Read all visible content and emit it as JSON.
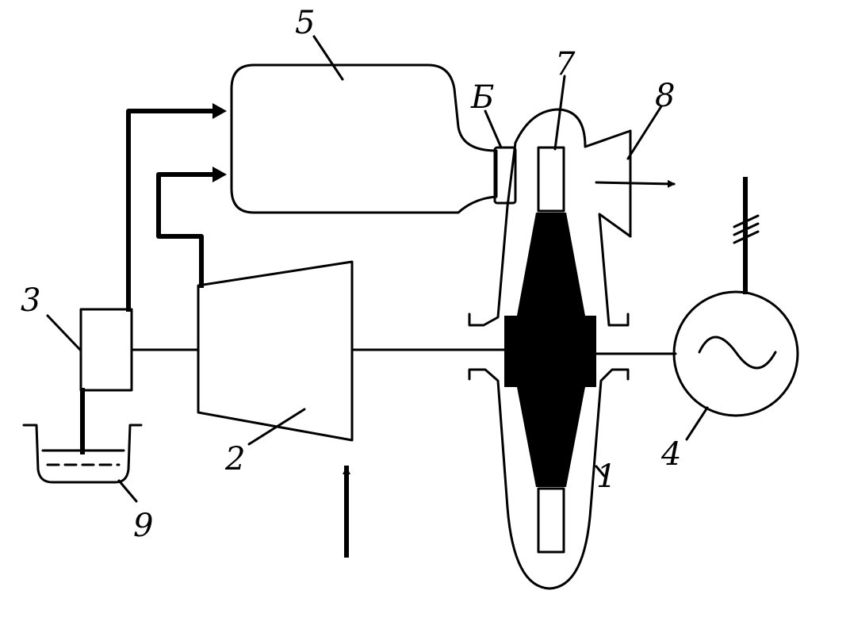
{
  "labels": {
    "l1": "1",
    "l2": "2",
    "l3": "3",
    "l4": "4",
    "l5": "5",
    "l6": "Б",
    "l7": "7",
    "l8": "8",
    "l9": "9"
  }
}
